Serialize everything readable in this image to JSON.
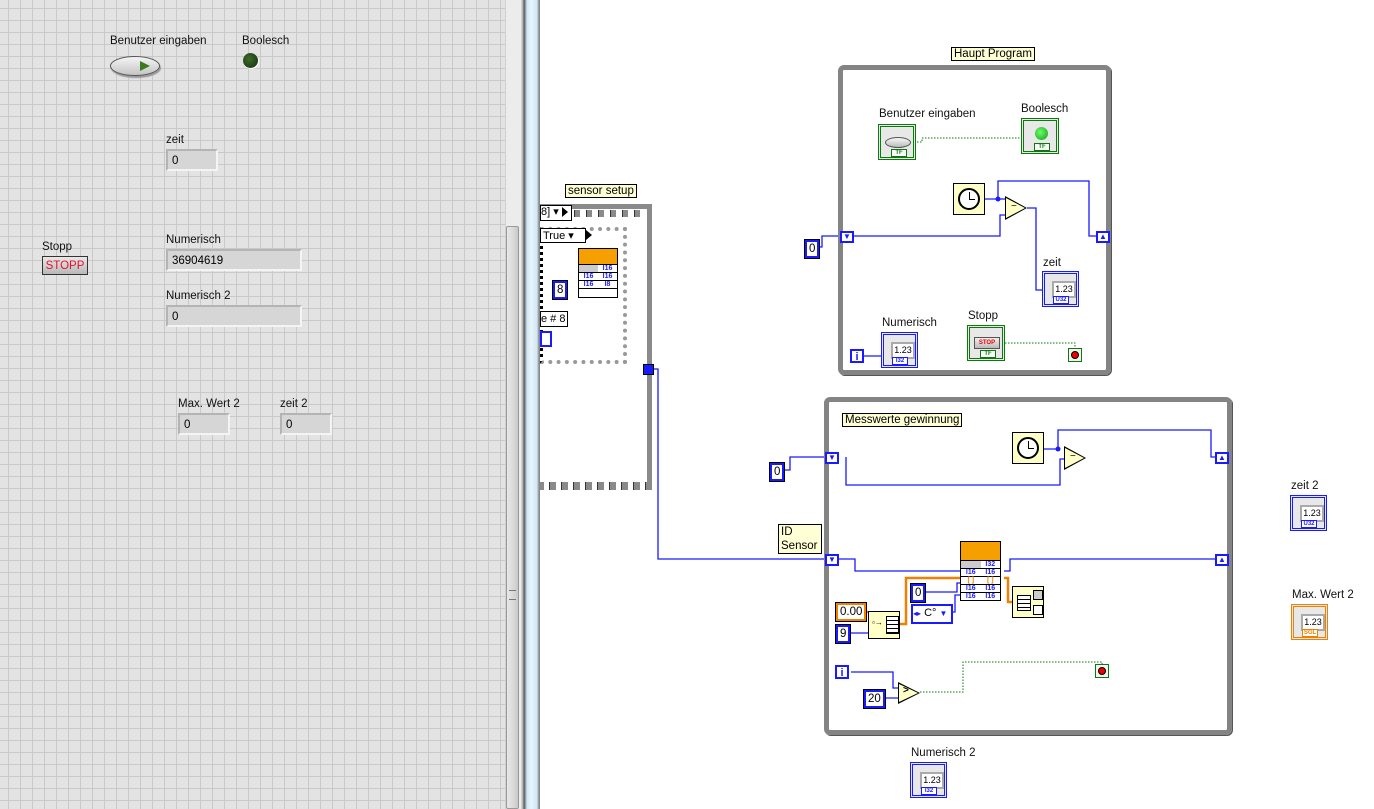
{
  "front_panel": {
    "controls": {
      "benutzer_eingaben": {
        "label": "Benutzer eingaben",
        "value": true
      },
      "boolesch": {
        "label": "Boolesch",
        "value": false
      },
      "zeit": {
        "label": "zeit",
        "value": "0"
      },
      "stopp": {
        "label": "Stopp",
        "button_text": "STOPP"
      },
      "numerisch": {
        "label": "Numerisch",
        "value": "36904619"
      },
      "numerisch_2": {
        "label": "Numerisch 2",
        "value": "0"
      },
      "max_wert_2": {
        "label": "Max. Wert 2",
        "value": "0"
      },
      "zeit_2": {
        "label": "zeit 2",
        "value": "0"
      }
    }
  },
  "block_diagram": {
    "sensor_setup": {
      "label": "sensor setup",
      "case_selector_1": "8]",
      "case_selector_2": "True",
      "case_label_fragment": "e # 8",
      "constant_8": "8",
      "node_cells": [
        "I16",
        "I16",
        "I16",
        "I16",
        "I8",
        "I8"
      ]
    },
    "haupt_program": {
      "label": "Haupt Program",
      "benutzer_eingaben_label": "Benutzer eingaben",
      "boolesch_label": "Boolesch",
      "bool_tag": "TF",
      "init_constant": "0",
      "zeit_label": "zeit",
      "zeit_tag": "U32",
      "numerisch_label": "Numerisch",
      "numerisch_tag": "I32",
      "stopp_label": "Stopp",
      "stop_button_text": "STOP",
      "numeric_display": "1.23",
      "iteration_label": "i",
      "subtract_symbol": "−"
    },
    "messwerte": {
      "label": "Messwerte gewinnung",
      "init_constant": "0",
      "id_sensor_label": "ID\nSensor",
      "constant_0": "0",
      "float_constant": "0.00",
      "count_constant": "9",
      "unit_ring": "C°",
      "compare_constant": "20",
      "iteration_label": "i",
      "greater_symbol": ">",
      "node_cells": [
        "",
        "I32",
        "I16",
        "I16",
        "[ ]",
        "[ ]",
        "I16",
        "I16",
        "I16",
        "I16"
      ]
    },
    "outside": {
      "zeit_2_label": "zeit 2",
      "zeit_2_tag": "U32",
      "max_wert_2_label": "Max. Wert 2",
      "max_wert_2_tag": "SGL",
      "numerisch_2_label": "Numerisch 2",
      "numerisch_2_tag": "I32",
      "numeric_display": "1.23"
    }
  },
  "colors": {
    "wire_numeric": "#1a1aff",
    "wire_boolean": "#0a7a0a",
    "wire_float": "#f08000",
    "loop_border": "#848484",
    "note_bg": "#ffffd6"
  }
}
